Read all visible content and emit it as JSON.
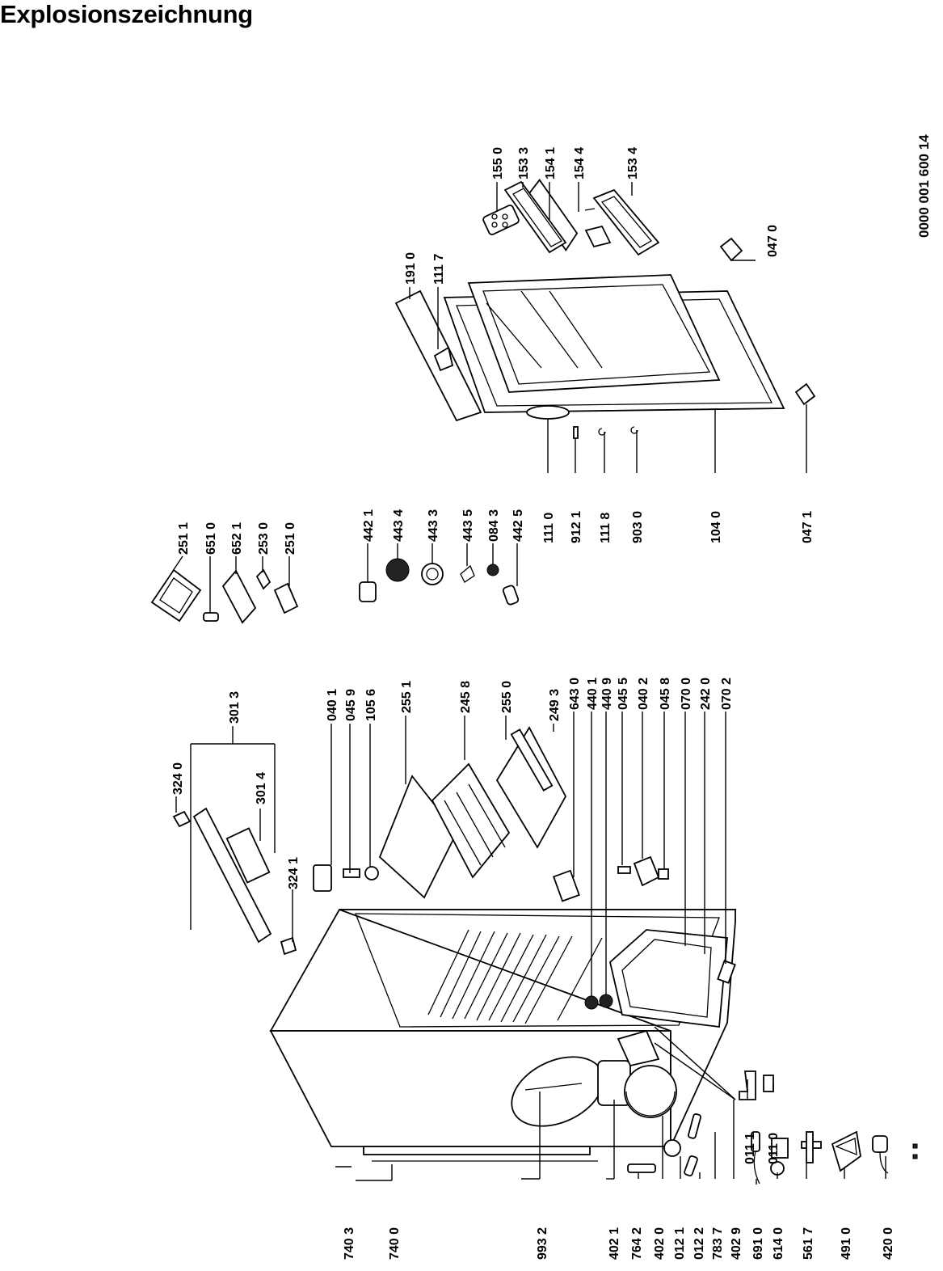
{
  "title": "Explosionszeichnung",
  "doc_number": "0000 001 600 14",
  "callouts": [
    {
      "id": "bot-7403",
      "label": "740 3"
    },
    {
      "id": "bot-7400",
      "label": "740 0"
    },
    {
      "id": "bot-9932",
      "label": "993 2"
    },
    {
      "id": "bot-4021",
      "label": "402 1"
    },
    {
      "id": "bot-7642",
      "label": "764 2"
    },
    {
      "id": "bot-4020",
      "label": "402 0"
    },
    {
      "id": "bot-0121",
      "label": "012 1"
    },
    {
      "id": "bot-0122",
      "label": "012 2"
    },
    {
      "id": "bot-7837",
      "label": "783 7"
    },
    {
      "id": "bot-4029",
      "label": "402 9"
    },
    {
      "id": "bot-6910",
      "label": "691 0"
    },
    {
      "id": "bot-6140",
      "label": "614 0"
    },
    {
      "id": "bot-5617",
      "label": "561 7"
    },
    {
      "id": "bot-4910",
      "label": "491 0"
    },
    {
      "id": "bot-4200",
      "label": "420 0"
    },
    {
      "id": "mid-0111",
      "label": "011 1"
    },
    {
      "id": "mid-0110",
      "label": "011 0"
    },
    {
      "id": "top-3240",
      "label": "324 0"
    },
    {
      "id": "top-3013",
      "label": "301 3"
    },
    {
      "id": "top-3014",
      "label": "301 4"
    },
    {
      "id": "top-3241",
      "label": "324 1"
    },
    {
      "id": "sh-0401",
      "label": "040 1"
    },
    {
      "id": "sh-0459",
      "label": "045 9"
    },
    {
      "id": "sh-1056",
      "label": "105 6"
    },
    {
      "id": "sh-2551",
      "label": "255 1"
    },
    {
      "id": "sh-2458",
      "label": "245 8"
    },
    {
      "id": "sh-2550",
      "label": "255 0"
    },
    {
      "id": "sh-2493",
      "label": "249 3"
    },
    {
      "id": "sh-6430",
      "label": "643 0"
    },
    {
      "id": "sh-4401",
      "label": "440 1"
    },
    {
      "id": "sh-4409",
      "label": "440 9"
    },
    {
      "id": "sh-0455",
      "label": "045 5"
    },
    {
      "id": "sh-0402",
      "label": "040 2"
    },
    {
      "id": "sh-0458",
      "label": "045 8"
    },
    {
      "id": "sh-0700",
      "label": "070 0"
    },
    {
      "id": "sh-2420",
      "label": "242 0"
    },
    {
      "id": "sh-0702",
      "label": "070 2"
    },
    {
      "id": "lt-2511",
      "label": "251 1"
    },
    {
      "id": "lt-6510",
      "label": "651 0"
    },
    {
      "id": "lt-6521",
      "label": "652 1"
    },
    {
      "id": "lt-2530",
      "label": "253 0"
    },
    {
      "id": "lt-2510",
      "label": "251 0"
    },
    {
      "id": "fan-4421",
      "label": "442 1"
    },
    {
      "id": "fan-4434",
      "label": "443 4"
    },
    {
      "id": "fan-4433",
      "label": "443 3"
    },
    {
      "id": "fan-4435",
      "label": "443 5"
    },
    {
      "id": "fan-0843",
      "label": "084 3"
    },
    {
      "id": "fan-4425",
      "label": "442 5"
    },
    {
      "id": "dr-1110",
      "label": "111 0"
    },
    {
      "id": "dr-9121",
      "label": "912 1"
    },
    {
      "id": "dr-1118",
      "label": "111 8"
    },
    {
      "id": "dr-9030",
      "label": "903 0"
    },
    {
      "id": "dr-1040",
      "label": "104 0"
    },
    {
      "id": "dr-0471",
      "label": "047 1"
    },
    {
      "id": "dr-1910",
      "label": "191 0"
    },
    {
      "id": "dr-1117",
      "label": "111 7"
    },
    {
      "id": "dr-1550",
      "label": "155 0"
    },
    {
      "id": "dr-1533",
      "label": "153 3"
    },
    {
      "id": "dr-1541",
      "label": "154 1"
    },
    {
      "id": "dr-1544",
      "label": "154 4"
    },
    {
      "id": "dr-1534",
      "label": "153 4"
    },
    {
      "id": "dr-0470",
      "label": "047 0"
    }
  ]
}
